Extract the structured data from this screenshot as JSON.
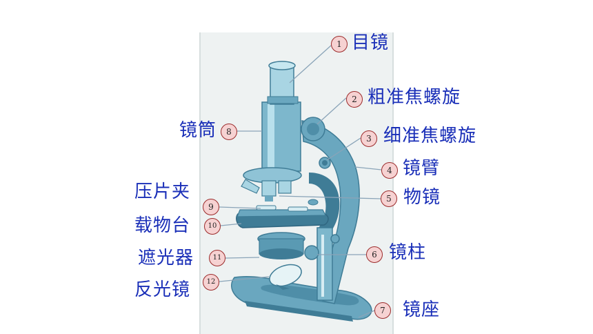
{
  "labels": {
    "n1": {
      "num": "1",
      "text": "目镜"
    },
    "n2": {
      "num": "2",
      "text": "粗准焦螺旋"
    },
    "n3": {
      "num": "3",
      "text": "细准焦螺旋"
    },
    "n4": {
      "num": "4",
      "text": "镜臂"
    },
    "n5": {
      "num": "5",
      "text": "物镜"
    },
    "n6": {
      "num": "6",
      "text": "镜柱"
    },
    "n7": {
      "num": "7",
      "text": "镜座"
    },
    "n8": {
      "num": "8",
      "text": "镜筒"
    },
    "n9": {
      "num": "9",
      "text": "压片夹"
    },
    "n10": {
      "num": "10",
      "text": "载物台"
    },
    "n11": {
      "num": "11",
      "text": "遮光器"
    },
    "n12": {
      "num": "12",
      "text": "反光镜"
    }
  },
  "colors": {
    "label_text": "#1a2fb8",
    "body": "#6aa7bf",
    "body_dark": "#3f7c96",
    "body_light": "#a9d5e3",
    "panel": "#eef2f2",
    "leader": "#8aa4b8"
  }
}
